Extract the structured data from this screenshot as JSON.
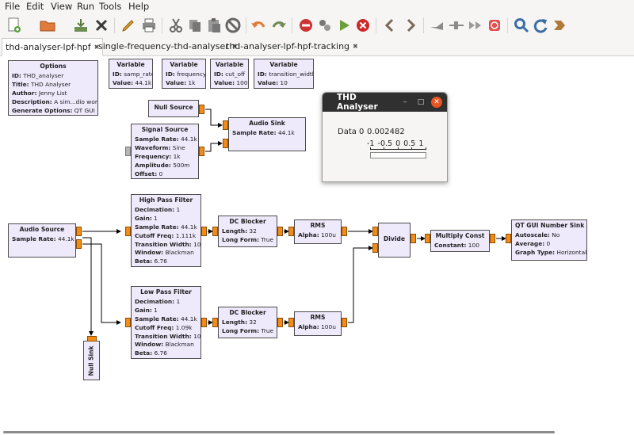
{
  "menubar": {
    "items": [
      "File",
      "Edit",
      "View",
      "Run",
      "Tools",
      "Help"
    ]
  },
  "toolbar": {
    "buttons": [
      {
        "name": "new",
        "icon": "new-document-icon",
        "color": "#5a9e3a"
      },
      {
        "name": "open",
        "icon": "open-folder-icon",
        "color": "#e07b39"
      },
      {
        "name": "save",
        "icon": "save-icon",
        "color": "#6c8e52"
      },
      {
        "name": "close",
        "icon": "close-icon",
        "color": "#3a3a3a"
      },
      {
        "name": "screen-capture",
        "icon": "pencil-icon",
        "color": "#e0a020"
      },
      {
        "name": "print",
        "icon": "printer-icon",
        "color": "#6b6b6b"
      },
      {
        "name": "cut",
        "icon": "scissors-icon",
        "color": "#6b6b6b"
      },
      {
        "name": "copy",
        "icon": "copy-icon",
        "color": "#6b6b6b"
      },
      {
        "name": "paste",
        "icon": "paste-icon",
        "color": "#6b6b6b"
      },
      {
        "name": "delete",
        "icon": "delete-icon",
        "color": "#6b6b6b"
      },
      {
        "name": "undo",
        "icon": "undo-icon",
        "color": "#e07b39"
      },
      {
        "name": "redo",
        "icon": "redo-icon",
        "color": "#6c8e52"
      },
      {
        "name": "errors",
        "icon": "error-icon",
        "color": "#cc3333"
      },
      {
        "name": "generate",
        "icon": "generate-icon",
        "color": "#6b6b6b"
      },
      {
        "name": "execute",
        "icon": "play-icon",
        "color": "#6c9e3a"
      },
      {
        "name": "kill",
        "icon": "stop-icon",
        "color": "#cc2a2a"
      },
      {
        "name": "rotate-ccw",
        "icon": "chevron-left-icon",
        "color": "#7a6a5a"
      },
      {
        "name": "rotate-cw",
        "icon": "chevron-right-icon",
        "color": "#7a6a5a"
      },
      {
        "name": "enable",
        "icon": "enable-icon",
        "color": "#8a8a8a"
      },
      {
        "name": "disable",
        "icon": "disable-icon",
        "color": "#8a8a8a"
      },
      {
        "name": "bypass",
        "icon": "bypass-icon",
        "color": "#8a8a8a"
      },
      {
        "name": "create-hier",
        "icon": "hier-icon",
        "color": "#8a8a8a"
      },
      {
        "name": "stop-all",
        "icon": "no-entry-icon",
        "color": "#e05050"
      },
      {
        "name": "find",
        "icon": "search-icon",
        "color": "#3a6ea5"
      },
      {
        "name": "reload",
        "icon": "reload-icon",
        "color": "#3a6ea5"
      },
      {
        "name": "open-hier",
        "icon": "arrow-icon",
        "color": "#b07a3a"
      }
    ]
  },
  "tabs": [
    {
      "label": "thd-analyser-lpf-hpf",
      "active": true
    },
    {
      "label": "single-frequency-thd-analyser",
      "active": false
    },
    {
      "label": "thd-analyser-lpf-hpf-tracking",
      "active": false
    }
  ],
  "colors": {
    "block_fill": "#efe9fc",
    "port": "#f28c16",
    "port_disabled": "#b5b5b5",
    "window_title_bg": "#303030",
    "window_close": "#e95420"
  },
  "blocks": {
    "options": {
      "title": "Options",
      "rows": [
        {
          "k": "ID:",
          "v": " THD_analyser"
        },
        {
          "k": "Title:",
          "v": " THD Analyser"
        },
        {
          "k": "Author:",
          "v": " Jenny List"
        },
        {
          "k": "Description:",
          "v": " A sim...dio work"
        },
        {
          "k": "Generate Options:",
          "v": " QT GUI"
        }
      ]
    },
    "var_samp_rate": {
      "title": "Variable",
      "rows": [
        {
          "k": "ID:",
          "v": " samp_rate"
        },
        {
          "k": "Value:",
          "v": " 44.1k"
        }
      ]
    },
    "var_frequency": {
      "title": "Variable",
      "rows": [
        {
          "k": "ID:",
          "v": " frequency"
        },
        {
          "k": "Value:",
          "v": " 1k"
        }
      ]
    },
    "var_cut_off": {
      "title": "Variable",
      "rows": [
        {
          "k": "ID:",
          "v": " cut_off"
        },
        {
          "k": "Value:",
          "v": " 100"
        }
      ]
    },
    "var_transition_width": {
      "title": "Variable",
      "rows": [
        {
          "k": "ID:",
          "v": " transition_width"
        },
        {
          "k": "Value:",
          "v": " 10"
        }
      ]
    },
    "null_source": {
      "title": "Null Source",
      "rows": []
    },
    "signal_source": {
      "title": "Signal Source",
      "rows": [
        {
          "k": "Sample Rate:",
          "v": " 44.1k"
        },
        {
          "k": "Waveform:",
          "v": " Sine"
        },
        {
          "k": "Frequency:",
          "v": " 1k"
        },
        {
          "k": "Amplitude:",
          "v": " 500m"
        },
        {
          "k": "Offset:",
          "v": " 0"
        }
      ]
    },
    "audio_sink": {
      "title": "Audio Sink",
      "rows": [
        {
          "k": "Sample Rate:",
          "v": " 44.1k"
        }
      ]
    },
    "audio_source": {
      "title": "Audio Source",
      "rows": [
        {
          "k": "Sample Rate:",
          "v": " 44.1k"
        }
      ]
    },
    "high_pass_filter": {
      "title": "High Pass Filter",
      "rows": [
        {
          "k": "Decimation:",
          "v": " 1"
        },
        {
          "k": "Gain:",
          "v": " 1"
        },
        {
          "k": "Sample Rate:",
          "v": " 44.1k"
        },
        {
          "k": "Cutoff Freq:",
          "v": " 1.111k"
        },
        {
          "k": "Transition Width:",
          "v": " 10"
        },
        {
          "k": "Window:",
          "v": " Blackman"
        },
        {
          "k": "Beta:",
          "v": " 6.76"
        }
      ]
    },
    "low_pass_filter": {
      "title": "Low Pass Filter",
      "rows": [
        {
          "k": "Decimation:",
          "v": " 1"
        },
        {
          "k": "Gain:",
          "v": " 1"
        },
        {
          "k": "Sample Rate:",
          "v": " 44.1k"
        },
        {
          "k": "Cutoff Freq:",
          "v": " 1.09k"
        },
        {
          "k": "Transition Width:",
          "v": " 10"
        },
        {
          "k": "Window:",
          "v": " Blackman"
        },
        {
          "k": "Beta:",
          "v": " 6.76"
        }
      ]
    },
    "dc_blocker_top": {
      "title": "DC Blocker",
      "rows": [
        {
          "k": "Length:",
          "v": " 32"
        },
        {
          "k": "Long Form:",
          "v": " True"
        }
      ]
    },
    "dc_blocker_bottom": {
      "title": "DC Blocker",
      "rows": [
        {
          "k": "Length:",
          "v": " 32"
        },
        {
          "k": "Long Form:",
          "v": " True"
        }
      ]
    },
    "rms_top": {
      "title": "RMS",
      "rows": [
        {
          "k": "Alpha:",
          "v": " 100u"
        }
      ]
    },
    "rms_bottom": {
      "title": "RMS",
      "rows": [
        {
          "k": "Alpha:",
          "v": " 100u"
        }
      ]
    },
    "divide": {
      "title": "Divide",
      "rows": []
    },
    "multiply_const": {
      "title": "Multiply Const",
      "rows": [
        {
          "k": "Constant:",
          "v": " 100"
        }
      ]
    },
    "qt_number_sink": {
      "title": "QT GUI Number Sink",
      "rows": [
        {
          "k": "Autoscale:",
          "v": " No"
        },
        {
          "k": "Average:",
          "v": " 0"
        },
        {
          "k": "Graph Type:",
          "v": " Horizontal"
        }
      ]
    },
    "null_sink": {
      "title": "Null Sink",
      "rows": []
    }
  },
  "thd_window": {
    "title": "THD Analyser",
    "minimize_glyph": "–",
    "maximize_glyph": "□",
    "close_glyph": "✕",
    "label": "Data 0",
    "value": "0.002482",
    "ticks": [
      "-1",
      "-0.5",
      "0",
      "0.5",
      "1"
    ],
    "range": [
      -1,
      1
    ],
    "reading": 0.002482
  }
}
